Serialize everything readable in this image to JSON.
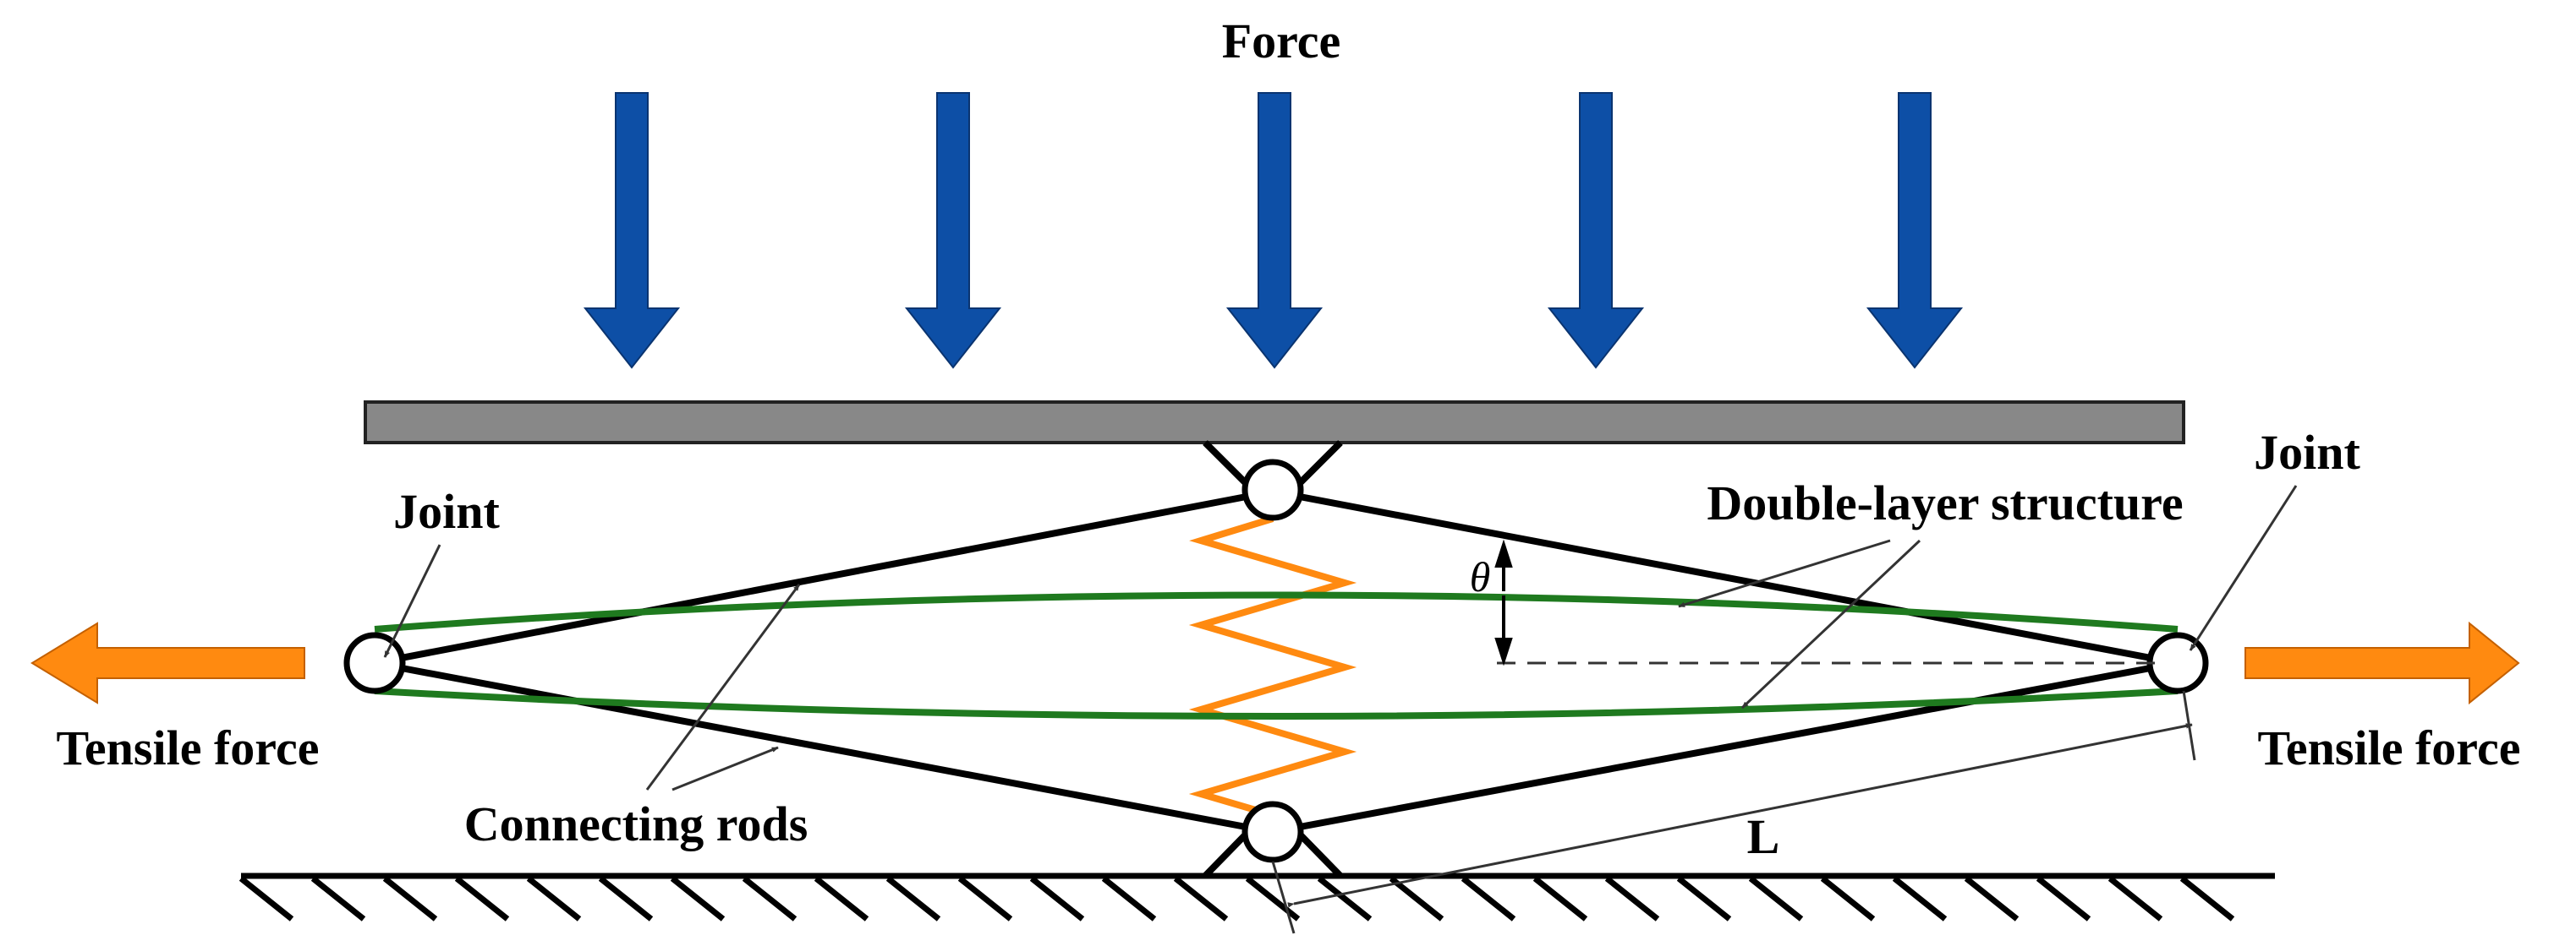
{
  "labels": {
    "force": "Force",
    "joint_left": "Joint",
    "joint_right": "Joint",
    "double_layer": "Double-layer structure",
    "tensile_left": "Tensile force",
    "tensile_right": "Tensile force",
    "connecting_rods": "Connecting rods",
    "length": "L",
    "angle": "θ"
  },
  "colors": {
    "force_arrow": "#0d4fa6",
    "tensile_arrow": "#ff8a10",
    "spring": "#ff8a10",
    "double_layer": "#1f7a1f",
    "plate": "#888888",
    "rod": "#000000"
  },
  "icons": {
    "force_arrows": "down-arrow-icon",
    "tensile_arrows": "horizontal-arrow-icon",
    "joints": "circle-joint-icon",
    "ground": "hatched-ground-icon",
    "spring": "zigzag-spring-icon"
  }
}
